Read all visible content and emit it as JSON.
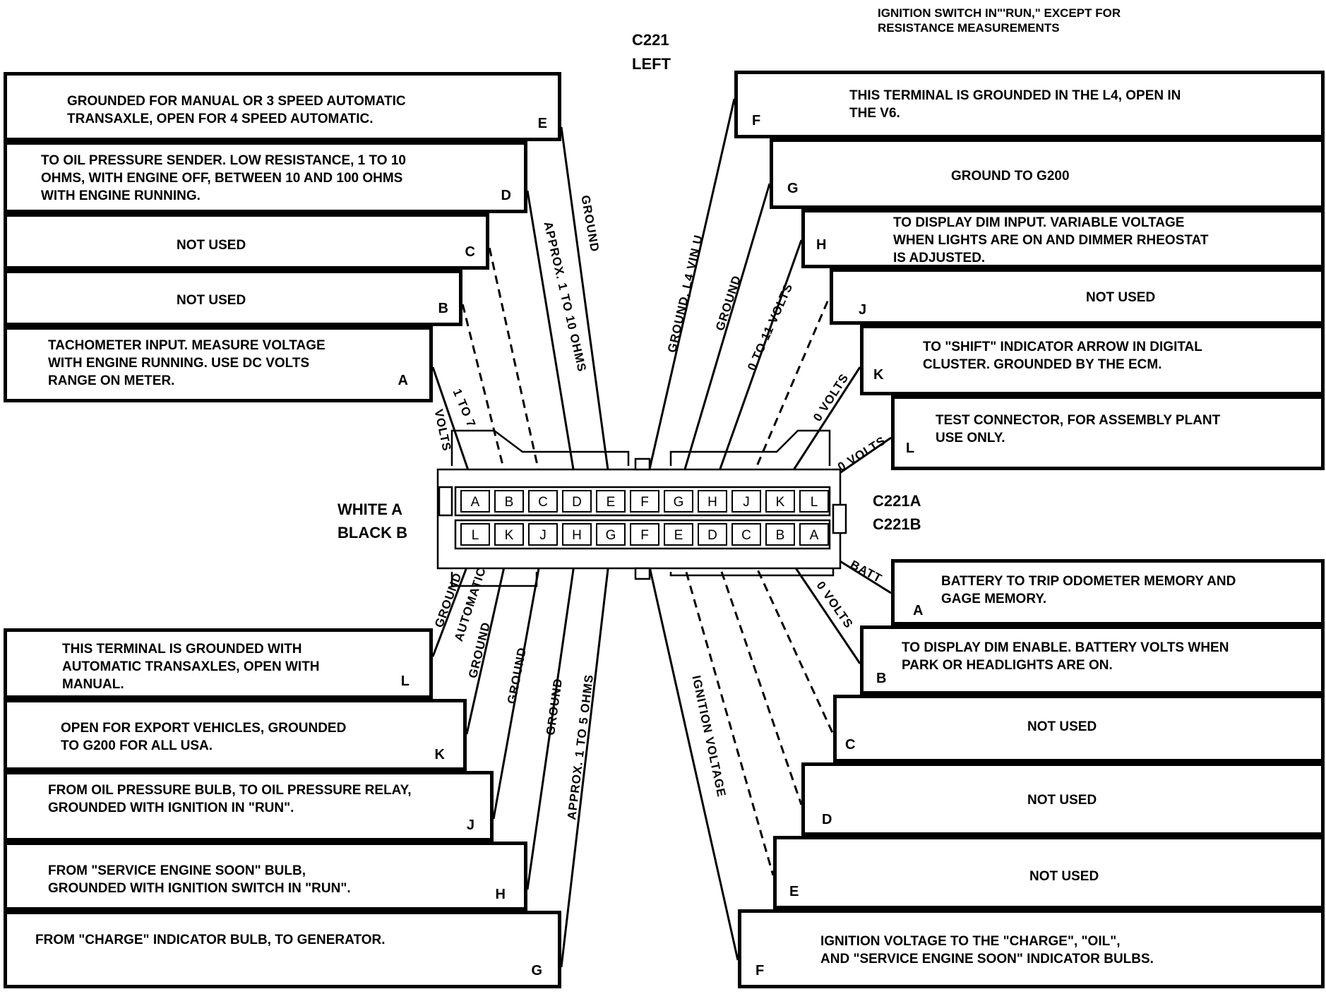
{
  "header": {
    "connector_title": "C221",
    "connector_side": "LEFT",
    "note_line1": "IGNITION SWITCH IN\"'RUN,\" EXCEPT FOR",
    "note_line2": "RESISTANCE MEASUREMENTS"
  },
  "connector": {
    "row_a_pins": [
      "A",
      "B",
      "C",
      "D",
      "E",
      "F",
      "G",
      "H",
      "J",
      "K",
      "L"
    ],
    "row_b_pins": [
      "L",
      "K",
      "J",
      "H",
      "G",
      "F",
      "E",
      "D",
      "C",
      "B",
      "A"
    ],
    "white_label": "WHITE A",
    "black_label": "BLACK B",
    "c221a_label": "C221A",
    "c221b_label": "C221B"
  },
  "row_a_left": [
    {
      "letter": "E",
      "text": "GROUNDED FOR MANUAL OR 3 SPEED AUTOMATIC\nTRANSAXLE, OPEN FOR 4 SPEED AUTOMATIC."
    },
    {
      "letter": "D",
      "text": "TO OIL PRESSURE SENDER.  LOW RESISTANCE, 1 TO 10\nOHMS, WITH ENGINE OFF, BETWEEN 10 AND 100 OHMS\nWITH ENGINE RUNNING."
    },
    {
      "letter": "C",
      "text": "NOT USED"
    },
    {
      "letter": "B",
      "text": "NOT USED"
    },
    {
      "letter": "A",
      "text": "TACHOMETER INPUT.  MEASURE VOLTAGE\nWITH ENGINE RUNNING.  USE DC VOLTS\nRANGE ON METER."
    }
  ],
  "row_a_right": [
    {
      "letter": "F",
      "text": "THIS TERMINAL IS GROUNDED IN THE L4, OPEN IN\nTHE V6."
    },
    {
      "letter": "G",
      "text": "GROUND TO G200"
    },
    {
      "letter": "H",
      "text": "TO DISPLAY DIM INPUT.  VARIABLE VOLTAGE\nWHEN LIGHTS ARE ON AND DIMMER RHEOSTAT\nIS ADJUSTED."
    },
    {
      "letter": "J",
      "text": "NOT USED"
    },
    {
      "letter": "K",
      "text": "TO \"SHIFT\" INDICATOR ARROW IN DIGITAL\nCLUSTER.  GROUNDED BY THE ECM."
    },
    {
      "letter": "L",
      "text": "TEST CONNECTOR, FOR ASSEMBLY PLANT\nUSE ONLY."
    }
  ],
  "row_b_left": [
    {
      "letter": "L",
      "text": "THIS TERMINAL IS GROUNDED WITH\nAUTOMATIC TRANSAXLES, OPEN WITH\nMANUAL."
    },
    {
      "letter": "K",
      "text": "OPEN FOR EXPORT VEHICLES, GROUNDED\nTO G200 FOR ALL USA."
    },
    {
      "letter": "J",
      "text": "FROM OIL PRESSURE BULB, TO OIL PRESSURE RELAY,\nGROUNDED WITH IGNITION IN \"RUN\"."
    },
    {
      "letter": "H",
      "text": "FROM \"SERVICE ENGINE SOON\" BULB,\nGROUNDED WITH IGNITION SWITCH IN \"RUN\"."
    },
    {
      "letter": "G",
      "text": "FROM \"CHARGE\" INDICATOR BULB, TO GENERATOR."
    }
  ],
  "row_b_right": [
    {
      "letter": "A",
      "text": "BATTERY TO TRIP ODOMETER MEMORY AND\nGAGE MEMORY."
    },
    {
      "letter": "B",
      "text": "TO DISPLAY DIM ENABLE.  BATTERY VOLTS WHEN\nPARK OR HEADLIGHTS ARE ON."
    },
    {
      "letter": "C",
      "text": "NOT USED"
    },
    {
      "letter": "D",
      "text": "NOT USED"
    },
    {
      "letter": "E",
      "text": "NOT USED"
    },
    {
      "letter": "F",
      "text": "IGNITION VOLTAGE TO THE \"CHARGE\", \"OIL\",\nAND \"SERVICE ENGINE SOON\" INDICATOR BULBS."
    }
  ],
  "wire_labels": {
    "top_a": "1 TO 7",
    "top_volts": "VOLTS",
    "top_approx": "APPROX. 1 TO 10 OHMS",
    "top_ground_e": "GROUND",
    "top_ground_l4": "GROUND, L4 VIN U",
    "top_ground_g": "GROUND",
    "top_0_11": "0 TO 11 VOLTS",
    "top_0_volts_k": "0 VOLTS",
    "top_0_volts_l": "0 VOLTS",
    "bot_ground_l": "GROUND",
    "bot_automatic": "AUTOMATIC",
    "bot_ground_k": "GROUND",
    "bot_ground_j": "GROUND",
    "bot_ground_h": "GROUND",
    "bot_approx": "APPROX. 1 TO 5 OHMS",
    "bot_ignition": "IGNITION VOLTAGE",
    "bot_batt": "BATT",
    "bot_0_volts_b": "0 VOLTS"
  }
}
